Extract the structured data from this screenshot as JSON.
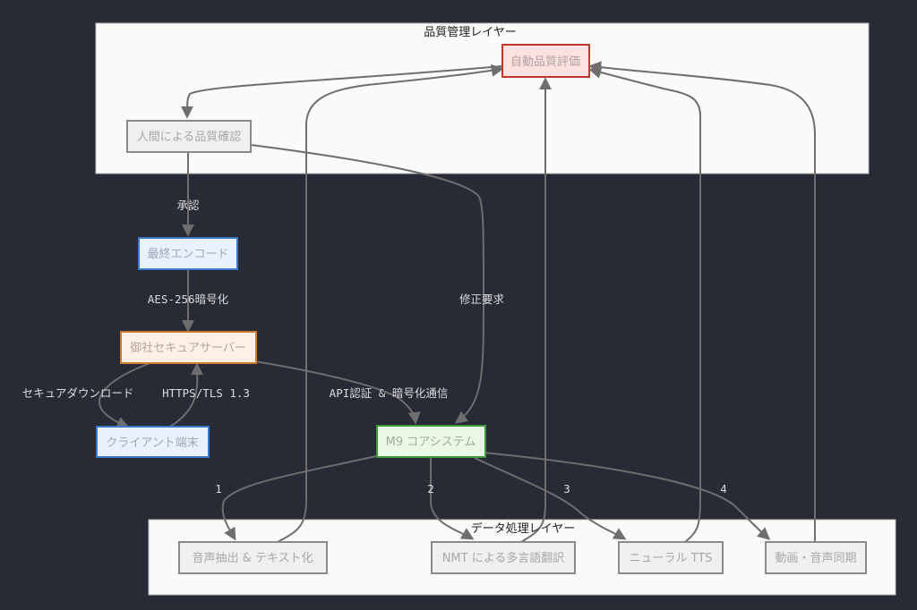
{
  "clusters": {
    "quality": "品質管理レイヤー",
    "data": "データ処理レイヤー"
  },
  "nodes": {
    "auto_eval": "自動品質評価",
    "human_check": "人間による品質確認",
    "final_encode": "最終エンコード",
    "secure_server": "御社セキュアサーバー",
    "client": "クライアント端末",
    "m9_core": "M9 コアシステム",
    "audio_extract": "音声抽出 & テキスト化",
    "nmt": "NMT による多言語翻訳",
    "neural_tts": "ニューラル TTS",
    "sync": "動画・音声同期"
  },
  "edges": {
    "approve": "承認",
    "aes": "AES-256暗号化",
    "fix_request": "修正要求",
    "secure_download": "セキュアダウンロード",
    "https": "HTTPS/TLS 1.3",
    "api_auth": "API認証 & 暗号化通信",
    "step1": "1",
    "step2": "2",
    "step3": "3",
    "step4": "4"
  },
  "colors": {
    "background": "#282a36",
    "cluster_fill": "#fafafa",
    "edge": "#6e6e6e",
    "auto_eval_fill": "#fde2e2",
    "auto_eval_stroke": "#c0392b",
    "encode_fill": "#e8f1fc",
    "encode_stroke": "#3a78c9",
    "server_fill": "#fdf0e4",
    "server_stroke": "#d27b2f",
    "m9_fill": "#eaf8e6",
    "m9_stroke": "#3c9a3c",
    "gray_fill": "#f0f0f0",
    "gray_stroke": "#8a8a8a"
  }
}
